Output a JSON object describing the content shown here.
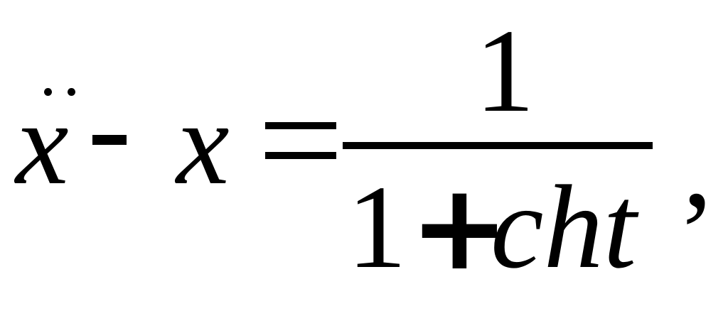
{
  "equation": {
    "lhs_var1": "x",
    "lhs_minus": "-",
    "lhs_var2": "x",
    "equals": "=",
    "numerator": "1",
    "denominator_one": "1",
    "denominator_plus": "+",
    "denominator_cht": "cht",
    "trailing_comma": ","
  },
  "colors": {
    "ink": "#000000",
    "background": "#ffffff"
  }
}
